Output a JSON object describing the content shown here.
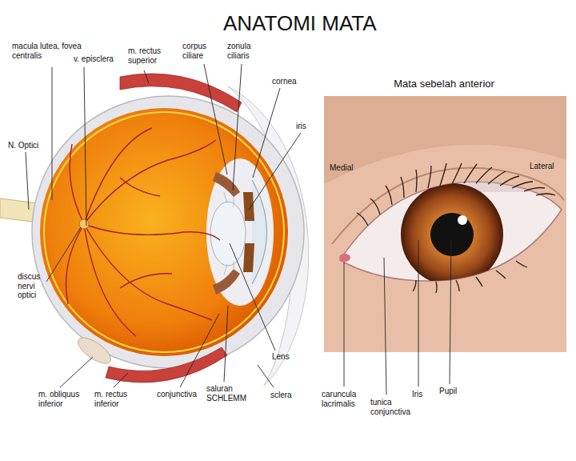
{
  "diagram": {
    "title": "ANATOMI MATA",
    "labels": [
      "macula lutea, fovea centralis",
      "v. episclera",
      "m. rectus superior",
      "corpus ciliare",
      "zonula ciliaris",
      "cornea",
      "iris",
      "N. Optici",
      "discus nervi optici",
      "Lens",
      "m. obliquus inferior",
      "m. rectus inferior",
      "conjunctiva",
      "saluran SCHLEMM",
      "sclera",
      "Mata sebelah anterior",
      "Medial",
      "Lateral",
      "caruncula lacrimalis",
      "tunica conjunctiva",
      "Iris",
      "Pupil"
    ]
  }
}
